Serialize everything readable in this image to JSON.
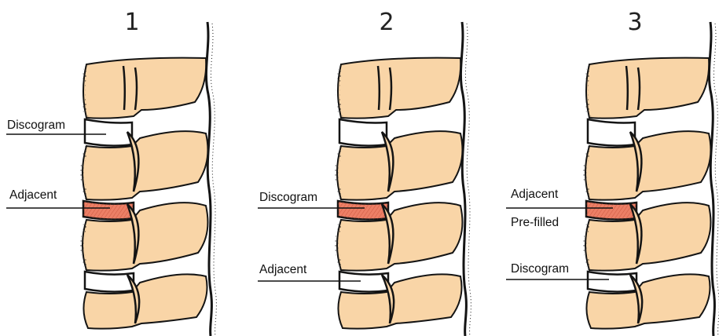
{
  "colors": {
    "bone_fill": "#f9d5a7",
    "bone_outline": "#141414",
    "adjacent_disc_fill": "#ec7f66",
    "normal_disc_fill": "#ffffff",
    "ink": "#111111"
  },
  "panels": [
    {
      "number": "1",
      "callouts": [
        {
          "label": "Discogram",
          "target": "upper-disc"
        },
        {
          "label": "Adjacent",
          "target": "middle-disc"
        }
      ]
    },
    {
      "number": "2",
      "callouts": [
        {
          "label": "Discogram",
          "target": "middle-disc"
        },
        {
          "label": "Adjacent",
          "target": "lower-disc"
        }
      ]
    },
    {
      "number": "3",
      "callouts": [
        {
          "label": "Adjacent",
          "target": "middle-disc"
        },
        {
          "label": "Pre-filled",
          "target": "middle-disc"
        },
        {
          "label": "Discogram",
          "target": "lower-disc"
        }
      ]
    }
  ],
  "highlighted_disc": "middle-disc"
}
